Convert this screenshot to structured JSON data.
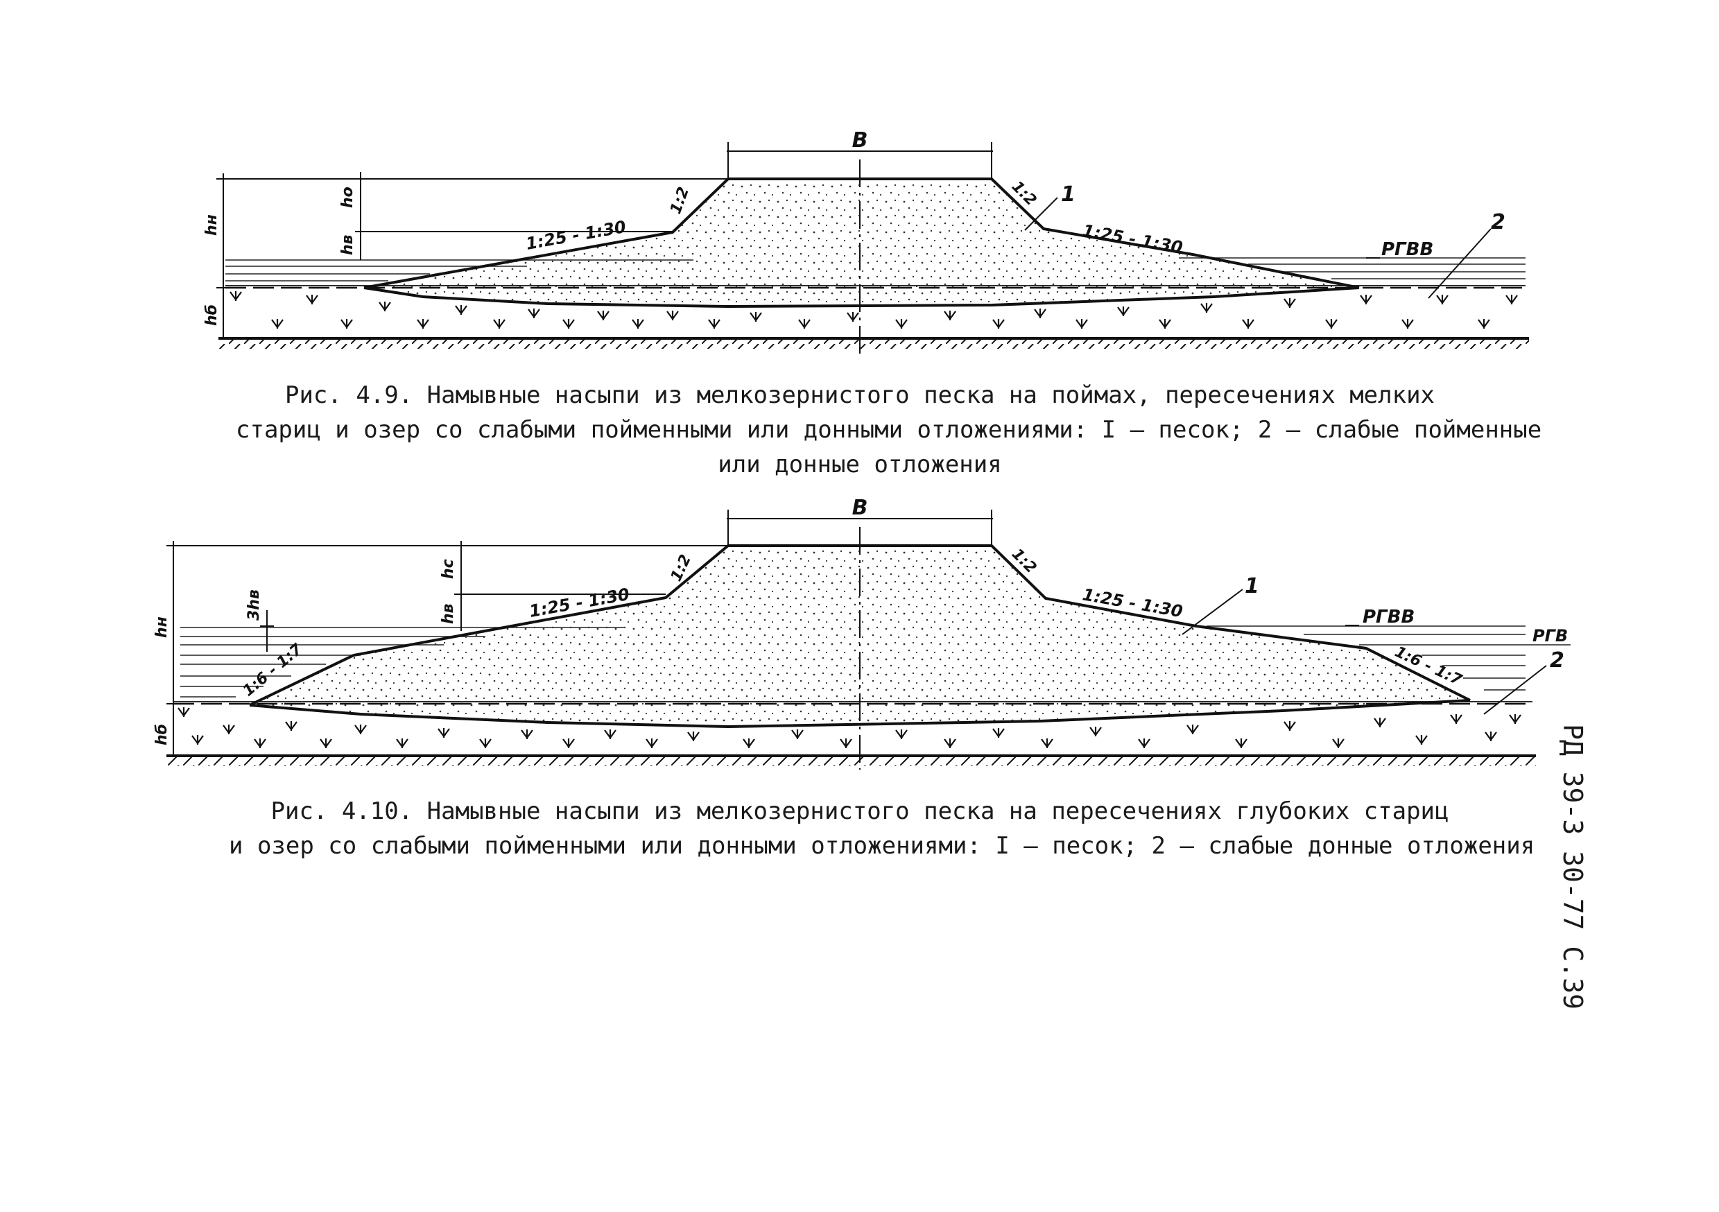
{
  "figure1": {
    "labels": {
      "crest_width": "B",
      "total_height": "hн",
      "height_upper": "hо",
      "height_wave": "hв",
      "base_depth": "hб",
      "slope_top_left": "1:2",
      "slope_top_right": "1:2",
      "slope_berm_left": "1:25 - 1:30",
      "slope_berm_right": "1:25 - 1:30",
      "water_level": "РГВВ",
      "zone_sand": "1",
      "zone_soft": "2"
    },
    "caption": [
      "Рис. 4.9. Намывные насыпи из мелкозернистого песка на поймах, пересечениях мелких",
      "стариц и озер со слабыми пойменными или донными отложениями: I – песок; 2 – слабые пойменные",
      "или донные отложения"
    ]
  },
  "figure2": {
    "labels": {
      "crest_width": "B",
      "total_height": "hн",
      "height_upper": "hс",
      "height_wave_mid": "hв",
      "height_wave_left": "3hв",
      "base_depth": "hб",
      "slope_top_left": "1:2",
      "slope_top_right": "1:2",
      "slope_berm_left": "1:25 - 1:30",
      "slope_berm_right": "1:25 - 1:30",
      "slope_toe_left": "1:6 - 1:7",
      "slope_toe_right": "1:6 - 1:7",
      "water_level_high": "РГВВ",
      "water_level": "РГВ",
      "zone_sand": "1",
      "zone_soft": "2"
    },
    "caption": [
      "Рис. 4.10. Намывные насыпи из мелкозернистого песка на пересечениях глубоких стариц",
      "и озер со слабыми пойменными или донными отложениями: I – песок; 2 – слабые донные отложения"
    ]
  },
  "page_stamp": "РД 39-3 30-77 С.39"
}
